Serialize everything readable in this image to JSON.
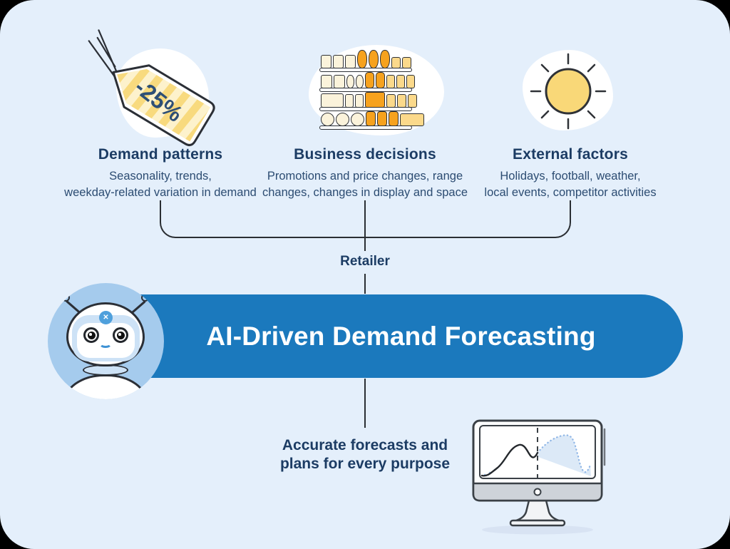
{
  "infographic": {
    "banner": {
      "title": "AI-Driven Demand Forecasting",
      "color": "#1B79BD",
      "mascot": "robot-mascot"
    },
    "retailer_label": "Retailer",
    "outcome": {
      "text": "Accurate forecasts and\nplans for every purpose",
      "icon": "monitor-forecast-chart-icon"
    },
    "factors": [
      {
        "icon": "price-tag-icon",
        "tag_text": "-25%",
        "title": "Demand patterns",
        "description": "Seasonality, trends,\nweekday-related variation in demand"
      },
      {
        "icon": "store-shelf-icon",
        "title": "Business decisions",
        "description": "Promotions and price changes, range\nchanges, changes in display and space"
      },
      {
        "icon": "sun-icon",
        "title": "External factors",
        "description": "Holidays, football, weather,\nlocal events, competitor activities"
      }
    ],
    "colors": {
      "canvas_bg": "#E4EFFB",
      "banner_blue": "#1B79BD",
      "heading_navy": "#1C3C64",
      "body_navy": "#2C4C72",
      "accent_yellow": "#F9D878",
      "accent_orange": "#F6A21E",
      "accent_cream": "#FBF3DB",
      "robot_circle_blue": "#A5CBED",
      "forecast_fill_blue": "#DCE9F7"
    }
  }
}
